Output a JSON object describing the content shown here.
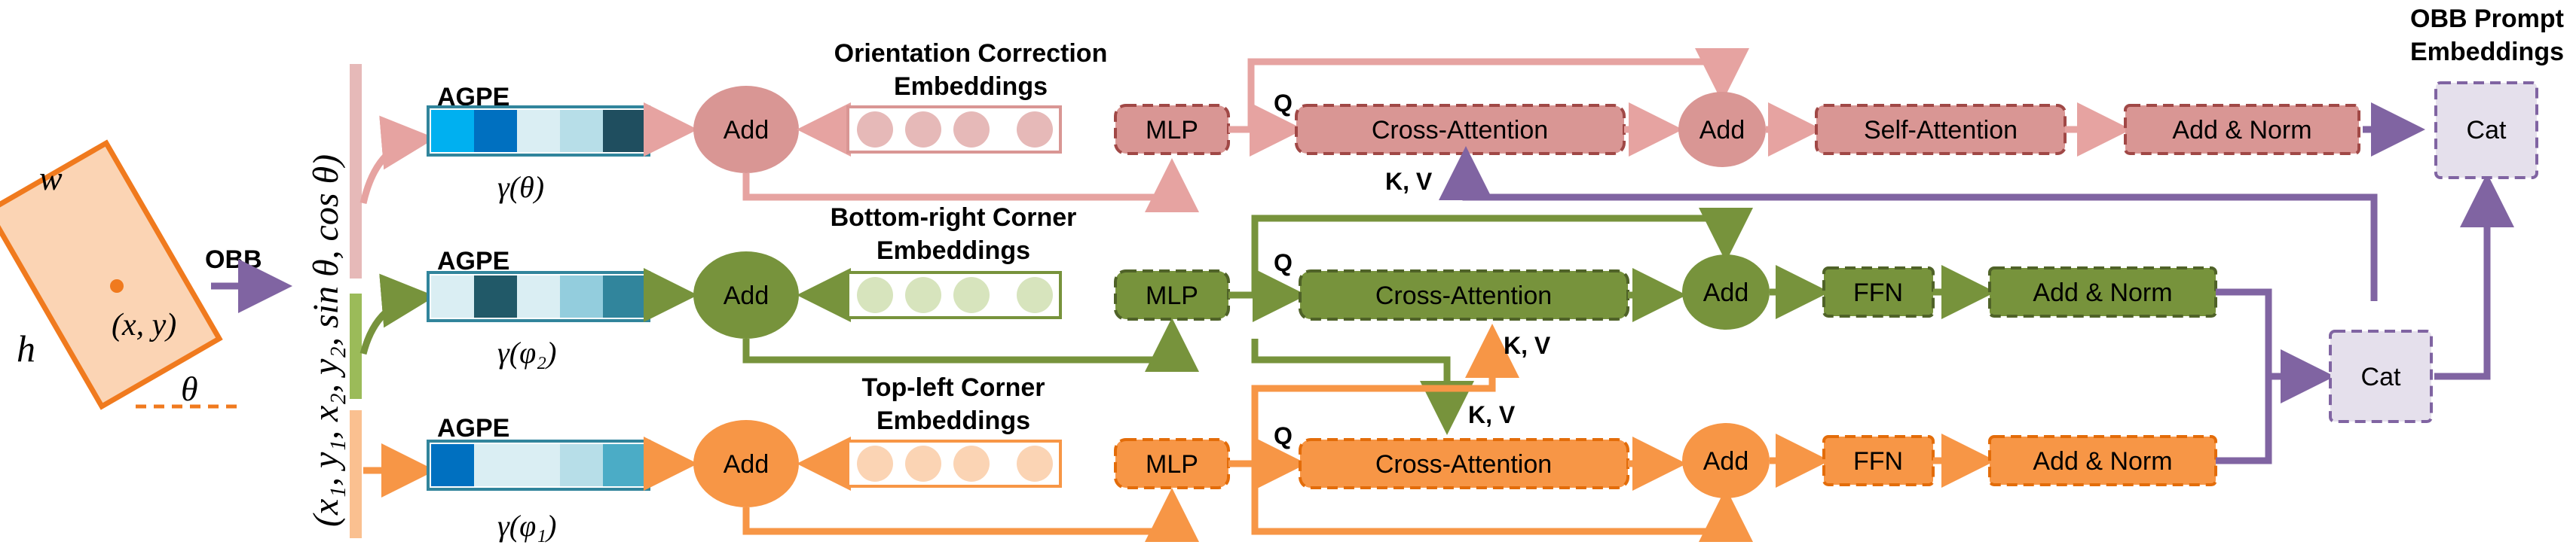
{
  "colors": {
    "pink": "#D99694",
    "pink_fill": "#E6B9B8",
    "pink_dash": "#A04846",
    "green": "#77933C",
    "green_fill": "#9BBB59",
    "green_dash": "#4F6228",
    "orange": "#F79646",
    "orange_fill": "#FAC090",
    "orange_dash": "#E36C09",
    "purple": "#8064A2",
    "purple_fill": "#E5E0EC",
    "purple_dash": "#7F62A0",
    "box_fill": "#FBD4B4"
  },
  "input": {
    "w": "w",
    "h": "h",
    "xy": "(x, y)",
    "theta": "θ",
    "obb_label": "OBB",
    "vector_label": "(x₁, y₁, x₂, y₂, sin θ, cos θ)"
  },
  "agpe": {
    "label": "AGPE",
    "gamma_theta": "γ(θ)",
    "gamma_phi2": "γ(φ₂)",
    "gamma_phi1": "γ(φ₁)",
    "colors_top": [
      "#00B0F0",
      "#0070C0",
      "#DAEEF3",
      "#B7DEE8",
      "#1F4E5F"
    ],
    "colors_mid": [
      "#DAEEF3",
      "#215968",
      "#DAEEF3",
      "#93CDDD",
      "#31859C"
    ],
    "colors_bot": [
      "#0070C0",
      "#DAEEF3",
      "#DAEEF3",
      "#B7DEE8",
      "#4BACC6"
    ]
  },
  "embeddings": {
    "orientation": "Orientation Correction\nEmbeddings",
    "bottom_right": "Bottom-right Corner\nEmbeddings",
    "top_left": "Top-left Corner\nEmbeddings"
  },
  "blocks": {
    "add": "Add",
    "mlp": "MLP",
    "cross_attention": "Cross-Attention",
    "self_attention": "Self-Attention",
    "add_norm": "Add & Norm",
    "ffn": "FFN",
    "cat": "Cat",
    "q": "Q",
    "kv": "K, V"
  },
  "output": {
    "title": "OBB Prompt\nEmbeddings"
  }
}
